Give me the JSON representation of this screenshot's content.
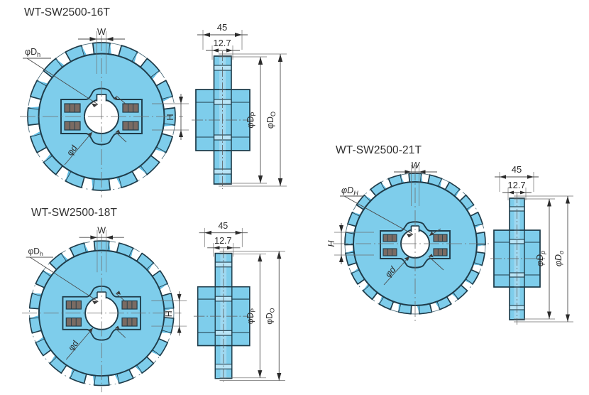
{
  "drawing": {
    "kind": "sprocket-technical-drawing",
    "background": "#ffffff",
    "body_fill": "#7ecdeb",
    "body_fill_dark": "#62bde3",
    "body_fill_light": "#a7dcf2",
    "outline": "#1f3c4a",
    "dim_line": "#4a4a4a",
    "screw_fill": "#7a6b63",
    "text_color": "#2b2b2b"
  },
  "figures": [
    {
      "id": "fig-16t",
      "title": "WT-SW2500-16T",
      "teeth": 16,
      "front_view": {
        "labels": {
          "bore": "φd",
          "hub": "φD",
          "hub_sub": "h",
          "width": "W",
          "height": "H"
        }
      },
      "side_view": {
        "dimensions": {
          "overall_width": "45",
          "pitch_thickness": "12.7"
        },
        "labels": {
          "pitch_dia": "φD",
          "pitch_dia_sub": "P",
          "outer_dia": "φD",
          "outer_dia_sub": "O"
        }
      }
    },
    {
      "id": "fig-18t",
      "title": "WT-SW2500-18T",
      "teeth": 18,
      "front_view": {
        "labels": {
          "bore": "φd",
          "hub": "φD",
          "hub_sub": "h",
          "width": "W",
          "height": "H"
        }
      },
      "side_view": {
        "dimensions": {
          "overall_width": "45",
          "pitch_thickness": "12.7"
        },
        "labels": {
          "pitch_dia": "φD",
          "pitch_dia_sub": "P",
          "outer_dia": "φD",
          "outer_dia_sub": "O"
        }
      }
    },
    {
      "id": "fig-21t",
      "title": "WT-SW2500-21T",
      "teeth": 21,
      "front_view": {
        "labels": {
          "bore": "φd",
          "hub": "φD",
          "hub_sub": "H",
          "width": "W",
          "height": "H"
        }
      },
      "side_view": {
        "dimensions": {
          "overall_width": "45",
          "pitch_thickness": "12.7"
        },
        "labels": {
          "pitch_dia": "φD",
          "pitch_dia_sub": "p",
          "outer_dia": "φD",
          "outer_dia_sub": "o"
        }
      }
    }
  ]
}
